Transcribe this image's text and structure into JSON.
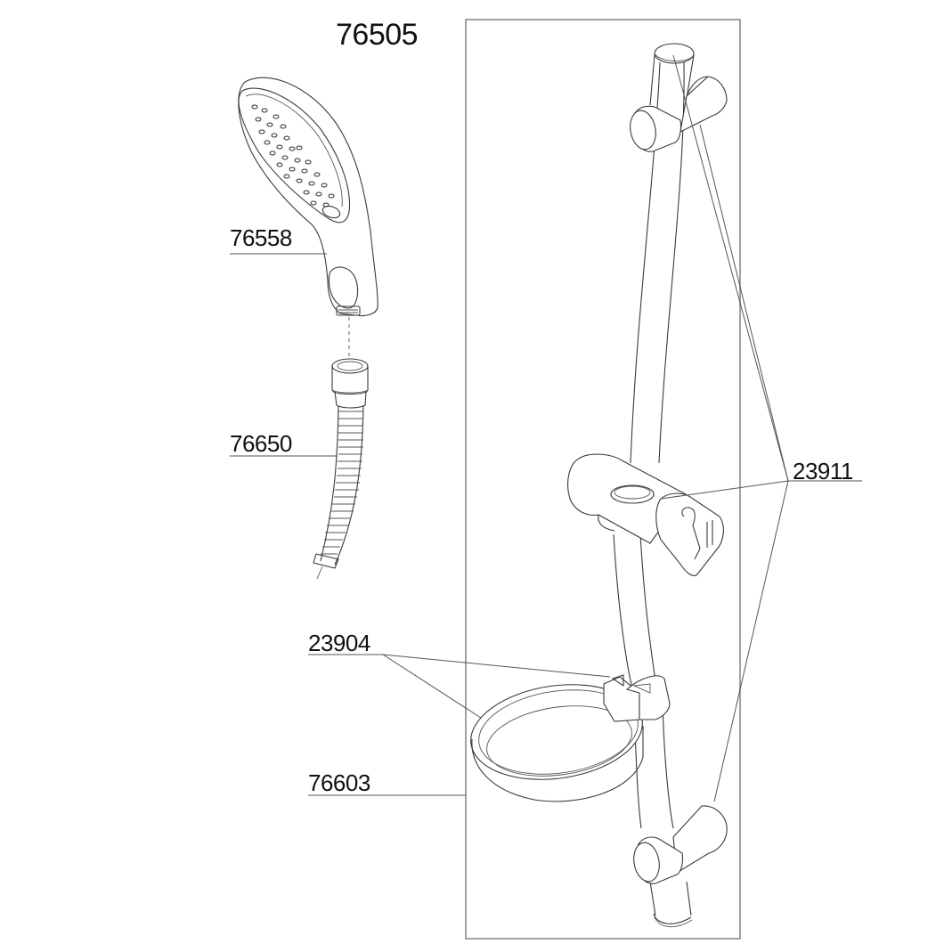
{
  "diagram": {
    "title": "76505",
    "type": "exploded parts diagram",
    "subject": "shower slide rail kit",
    "parts": [
      {
        "id": "76558",
        "label": "76558",
        "component": "hand shower head"
      },
      {
        "id": "76650",
        "label": "76650",
        "component": "flexible shower hose"
      },
      {
        "id": "23911",
        "label": "23911",
        "component": "rail wall brackets and sliding holder"
      },
      {
        "id": "23904",
        "label": "23904",
        "component": "soap dish clamp"
      },
      {
        "id": "76603",
        "label": "76603",
        "component": "slide rail"
      }
    ]
  },
  "colors": {
    "line": "#3a3a3a",
    "frame": "#8a8a8a",
    "background": "#ffffff",
    "text": "#111111"
  }
}
